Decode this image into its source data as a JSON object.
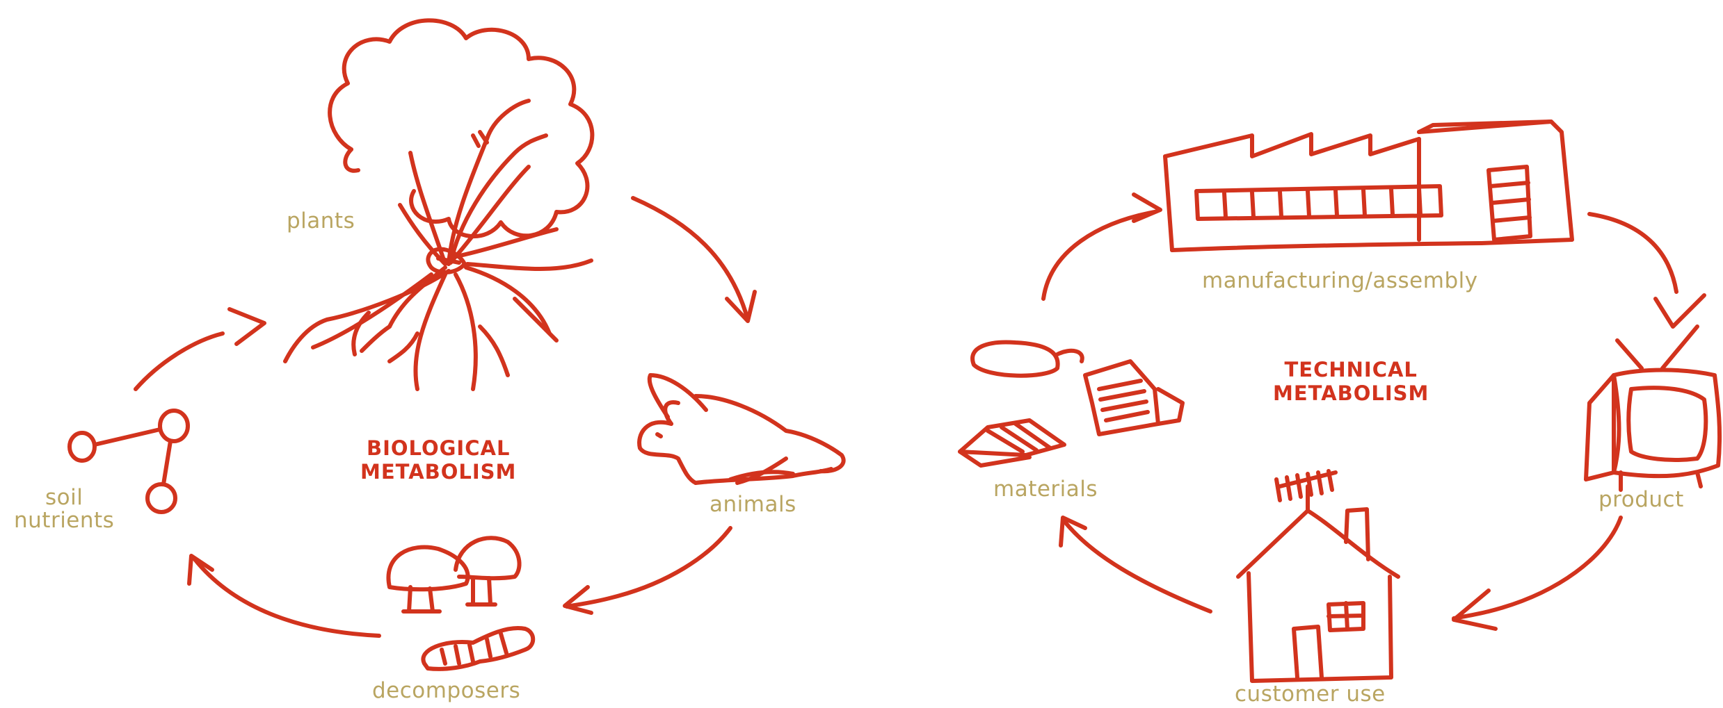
{
  "colors": {
    "stroke": "#d2331d",
    "label": "#b9a561",
    "title": "#d2331d"
  },
  "biological": {
    "title_line1": "BIOLOGICAL",
    "title_line2": "METABOLISM",
    "labels": {
      "plants": "plants",
      "animals": "animals",
      "decomposers": "decomposers",
      "soil_line1": "soil",
      "soil_line2": "nutrients"
    }
  },
  "technical": {
    "title_line1": "TECHNICAL",
    "title_line2": "METABOLISM",
    "labels": {
      "manufacturing": "manufacturing/assembly",
      "product": "product",
      "customer_use": "customer use",
      "materials": "materials"
    }
  },
  "icons": [
    "tree-icon",
    "rabbit-icon",
    "mushroom-icon",
    "worm-icon",
    "molecule-icon",
    "factory-icon",
    "tv-icon",
    "house-icon",
    "materials-icon",
    "cycle-arrow-icon"
  ]
}
